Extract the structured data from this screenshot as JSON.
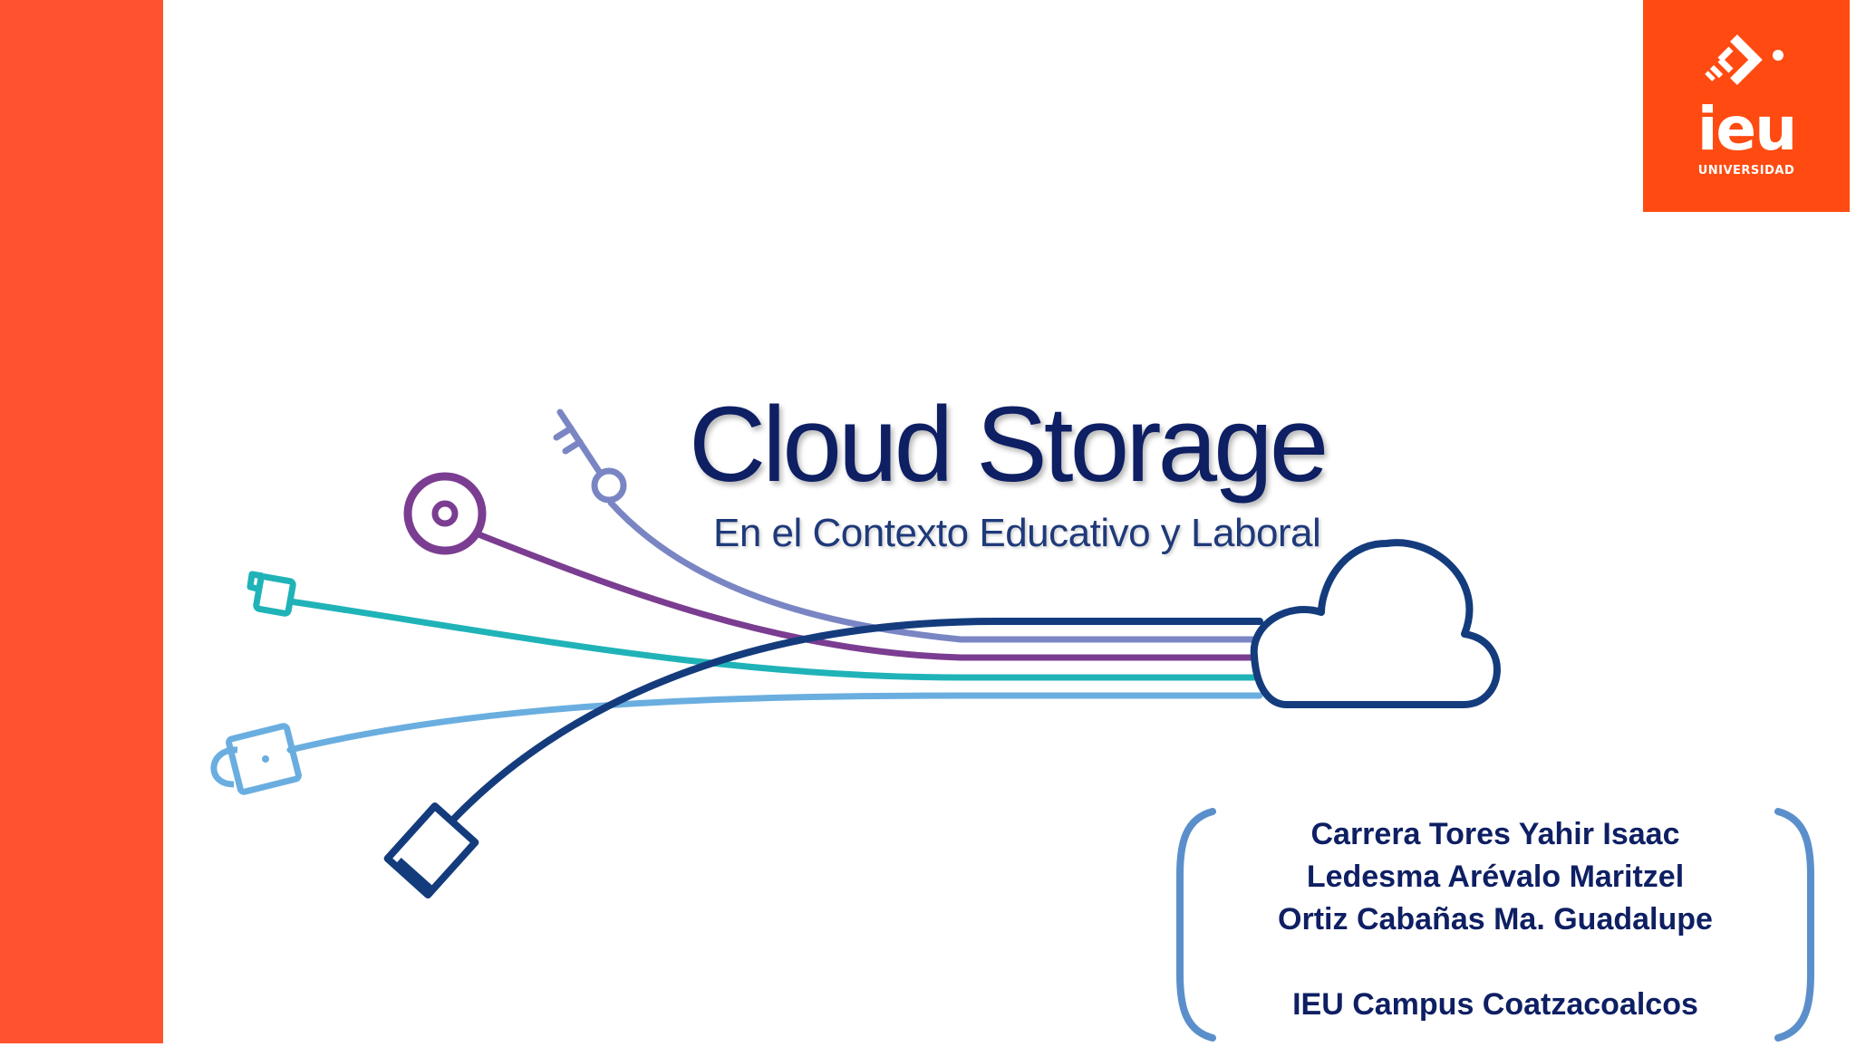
{
  "slide": {
    "title": "Cloud Storage",
    "subtitle": "En el Contexto Educativo y Laboral",
    "authors": [
      "Carrera Tores Yahir Isaac",
      "Ledesma Arévalo Maritzel",
      "Ortiz Cabañas Ma. Guadalupe"
    ],
    "campus": "IEU Campus Coatzacoalcos"
  },
  "logo": {
    "word": "ieu",
    "subword": "UNIVERSIDAD",
    "icon": "ieu-chevron-icon"
  },
  "icons": [
    "key-icon",
    "target-icon",
    "padlock-icon",
    "lock-icon",
    "usb-plug-icon",
    "cloud-icon"
  ],
  "colors": {
    "side_bar": "#ff5230",
    "logo_bg": "#ff4b12",
    "title": "#0e1f63",
    "bracket": "#5b8fcb",
    "purple": "#7b3d91",
    "teal": "#1fb3b8",
    "light_blue": "#6aaee0",
    "lavender": "#7a86c4",
    "navy": "#143c7d"
  }
}
